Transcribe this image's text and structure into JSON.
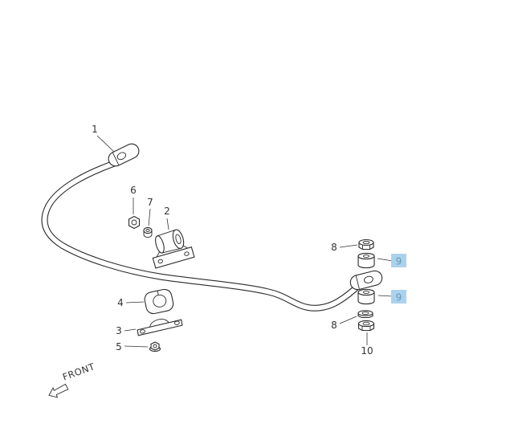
{
  "diagram": {
    "front_label": "FRONT",
    "callouts": {
      "part1": "1",
      "part2": "2",
      "part3": "3",
      "part4": "4",
      "part5": "5",
      "part6": "6",
      "part7": "7",
      "part8_top": "8",
      "part8_bottom": "8",
      "part9_top": "9",
      "part9_bottom": "9",
      "part10": "10"
    }
  },
  "colors": {
    "bg": "#ffffff",
    "line": "#2b2b2b",
    "label": "#333333",
    "highlight_bg": "#abd2ec",
    "highlight_text": "#6699bb"
  }
}
